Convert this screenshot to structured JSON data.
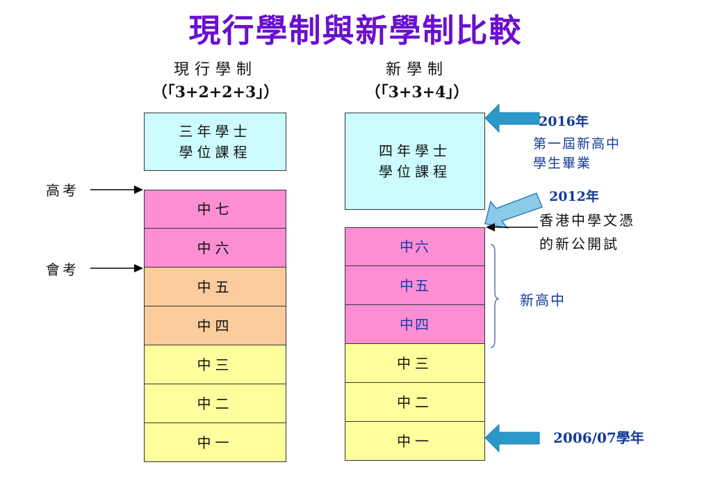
{
  "title": "現行學制與新學制比較",
  "current": {
    "heading": "現行學制",
    "formula": "（「3+2+2+3」）",
    "university": "三年學士\n學位課程",
    "forms": [
      "中七",
      "中六",
      "中五",
      "中四",
      "中三",
      "中二",
      "中一"
    ],
    "exam_labels": [
      "高考",
      "會考"
    ]
  },
  "new": {
    "heading": "新學制",
    "formula": "（「3+3+4」）",
    "university": "四年學士\n學位課程",
    "forms": [
      "中六",
      "中五",
      "中四",
      "中三",
      "中二",
      "中一"
    ],
    "senior_label": "新高中"
  },
  "notes": {
    "n2016_year": "2016年",
    "n2016_text": "第一屆新高中\n學生畢業",
    "n2012_year": "2012年",
    "n2012_text": "香港中學文憑\n的新公開試",
    "n2006_text": "2006/07學年"
  },
  "colors": {
    "title": "#6a0fd0",
    "cyan": "#ccfcff",
    "pink": "#fc8ed4",
    "orange": "#fccc9c",
    "yellow": "#fefe9c",
    "arrow_dark": "#2a98c8",
    "arrow_light": "#8ccbe8"
  }
}
